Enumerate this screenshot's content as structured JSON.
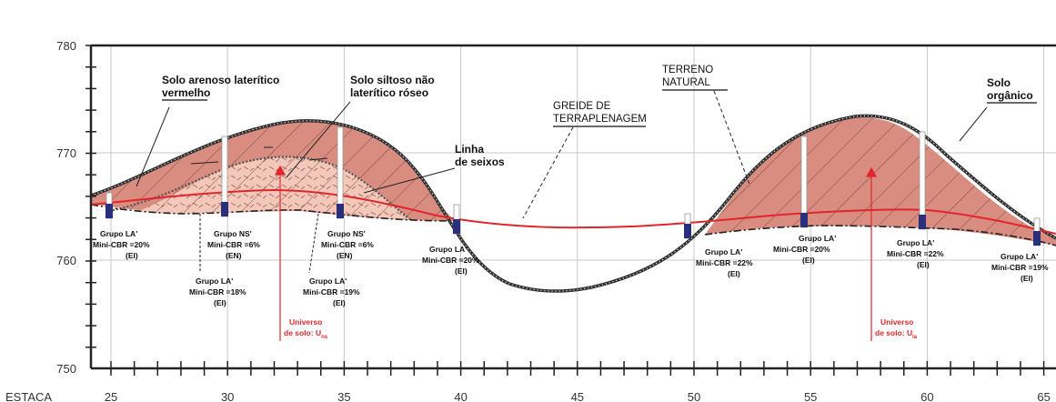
{
  "chart_data": {
    "type": "diagram",
    "y_axis": {
      "ticks": [
        "780",
        "770",
        "760",
        "750"
      ]
    },
    "x_axis": {
      "title": "ESTACA",
      "ticks": [
        "25",
        "30",
        "35",
        "40",
        "45",
        "50",
        "55",
        "60",
        "65"
      ]
    },
    "grid": true,
    "curves": [
      {
        "name": "terreno-natural"
      },
      {
        "name": "greide-de-terraplenagem"
      },
      {
        "name": "linha-de-seixos"
      }
    ],
    "colors": {
      "laterite": "#d98c80",
      "sandy_clay": "#f3c7b9",
      "greide": "#e0262b",
      "terrain": "#333333",
      "marker": "#2a2f7a"
    }
  },
  "annotations": {
    "solo_arenoso_1": "Solo arenoso laterítico",
    "solo_arenoso_2": "vermelho",
    "solo_siltoso_1": "Solo siltoso não",
    "solo_siltoso_2": "laterítico róseo",
    "terreno_1": "TERRENO",
    "terreno_2": "NATURAL",
    "greide_1": "GREIDE DE",
    "greide_2": "TERRAPLENAGEM",
    "solo_organico_1": "Solo",
    "solo_organico_2": "orgânico",
    "linha_1": "Linha",
    "linha_2": "de seixos",
    "samples": [
      {
        "l1": "Grupo LA'",
        "l2": "Mini-CBR =20%",
        "l3": "(EI)"
      },
      {
        "l1": "Grupo NS'",
        "l2": "Mini-CBR =6%",
        "l3": "(EN)"
      },
      {
        "l1": "Grupo LA'",
        "l2": "Mini-CBR =18%",
        "l3": "(EI)"
      },
      {
        "l1": "Grupo NS'",
        "l2": "Mini-CBR =6%",
        "l3": "(EN)"
      },
      {
        "l1": "Grupo LA'",
        "l2": "Mini-CBR =19%",
        "l3": "(EI)"
      },
      {
        "l1": "Grupo LA'",
        "l2": "Mini-CBR =20%",
        "l3": "(EI)"
      },
      {
        "l1": "Grupo LA'",
        "l2": "Mini-CBR =22%",
        "l3": "(EI)"
      },
      {
        "l1": "Grupo LA'",
        "l2": "Mini-CBR =20%",
        "l3": "(EI)"
      },
      {
        "l1": "Grupo LA'",
        "l2": "Mini-CBR =22%",
        "l3": "(EI)"
      },
      {
        "l1": "Grupo LA'",
        "l2": "Mini-CBR =19%",
        "l3": "(EI)"
      }
    ],
    "universo_1": {
      "l1": "Universo",
      "l2": "de solo: U",
      "sub": "ns"
    },
    "universo_2": {
      "l1": "Universo",
      "l2": "de solo: U",
      "sub": "la"
    }
  }
}
